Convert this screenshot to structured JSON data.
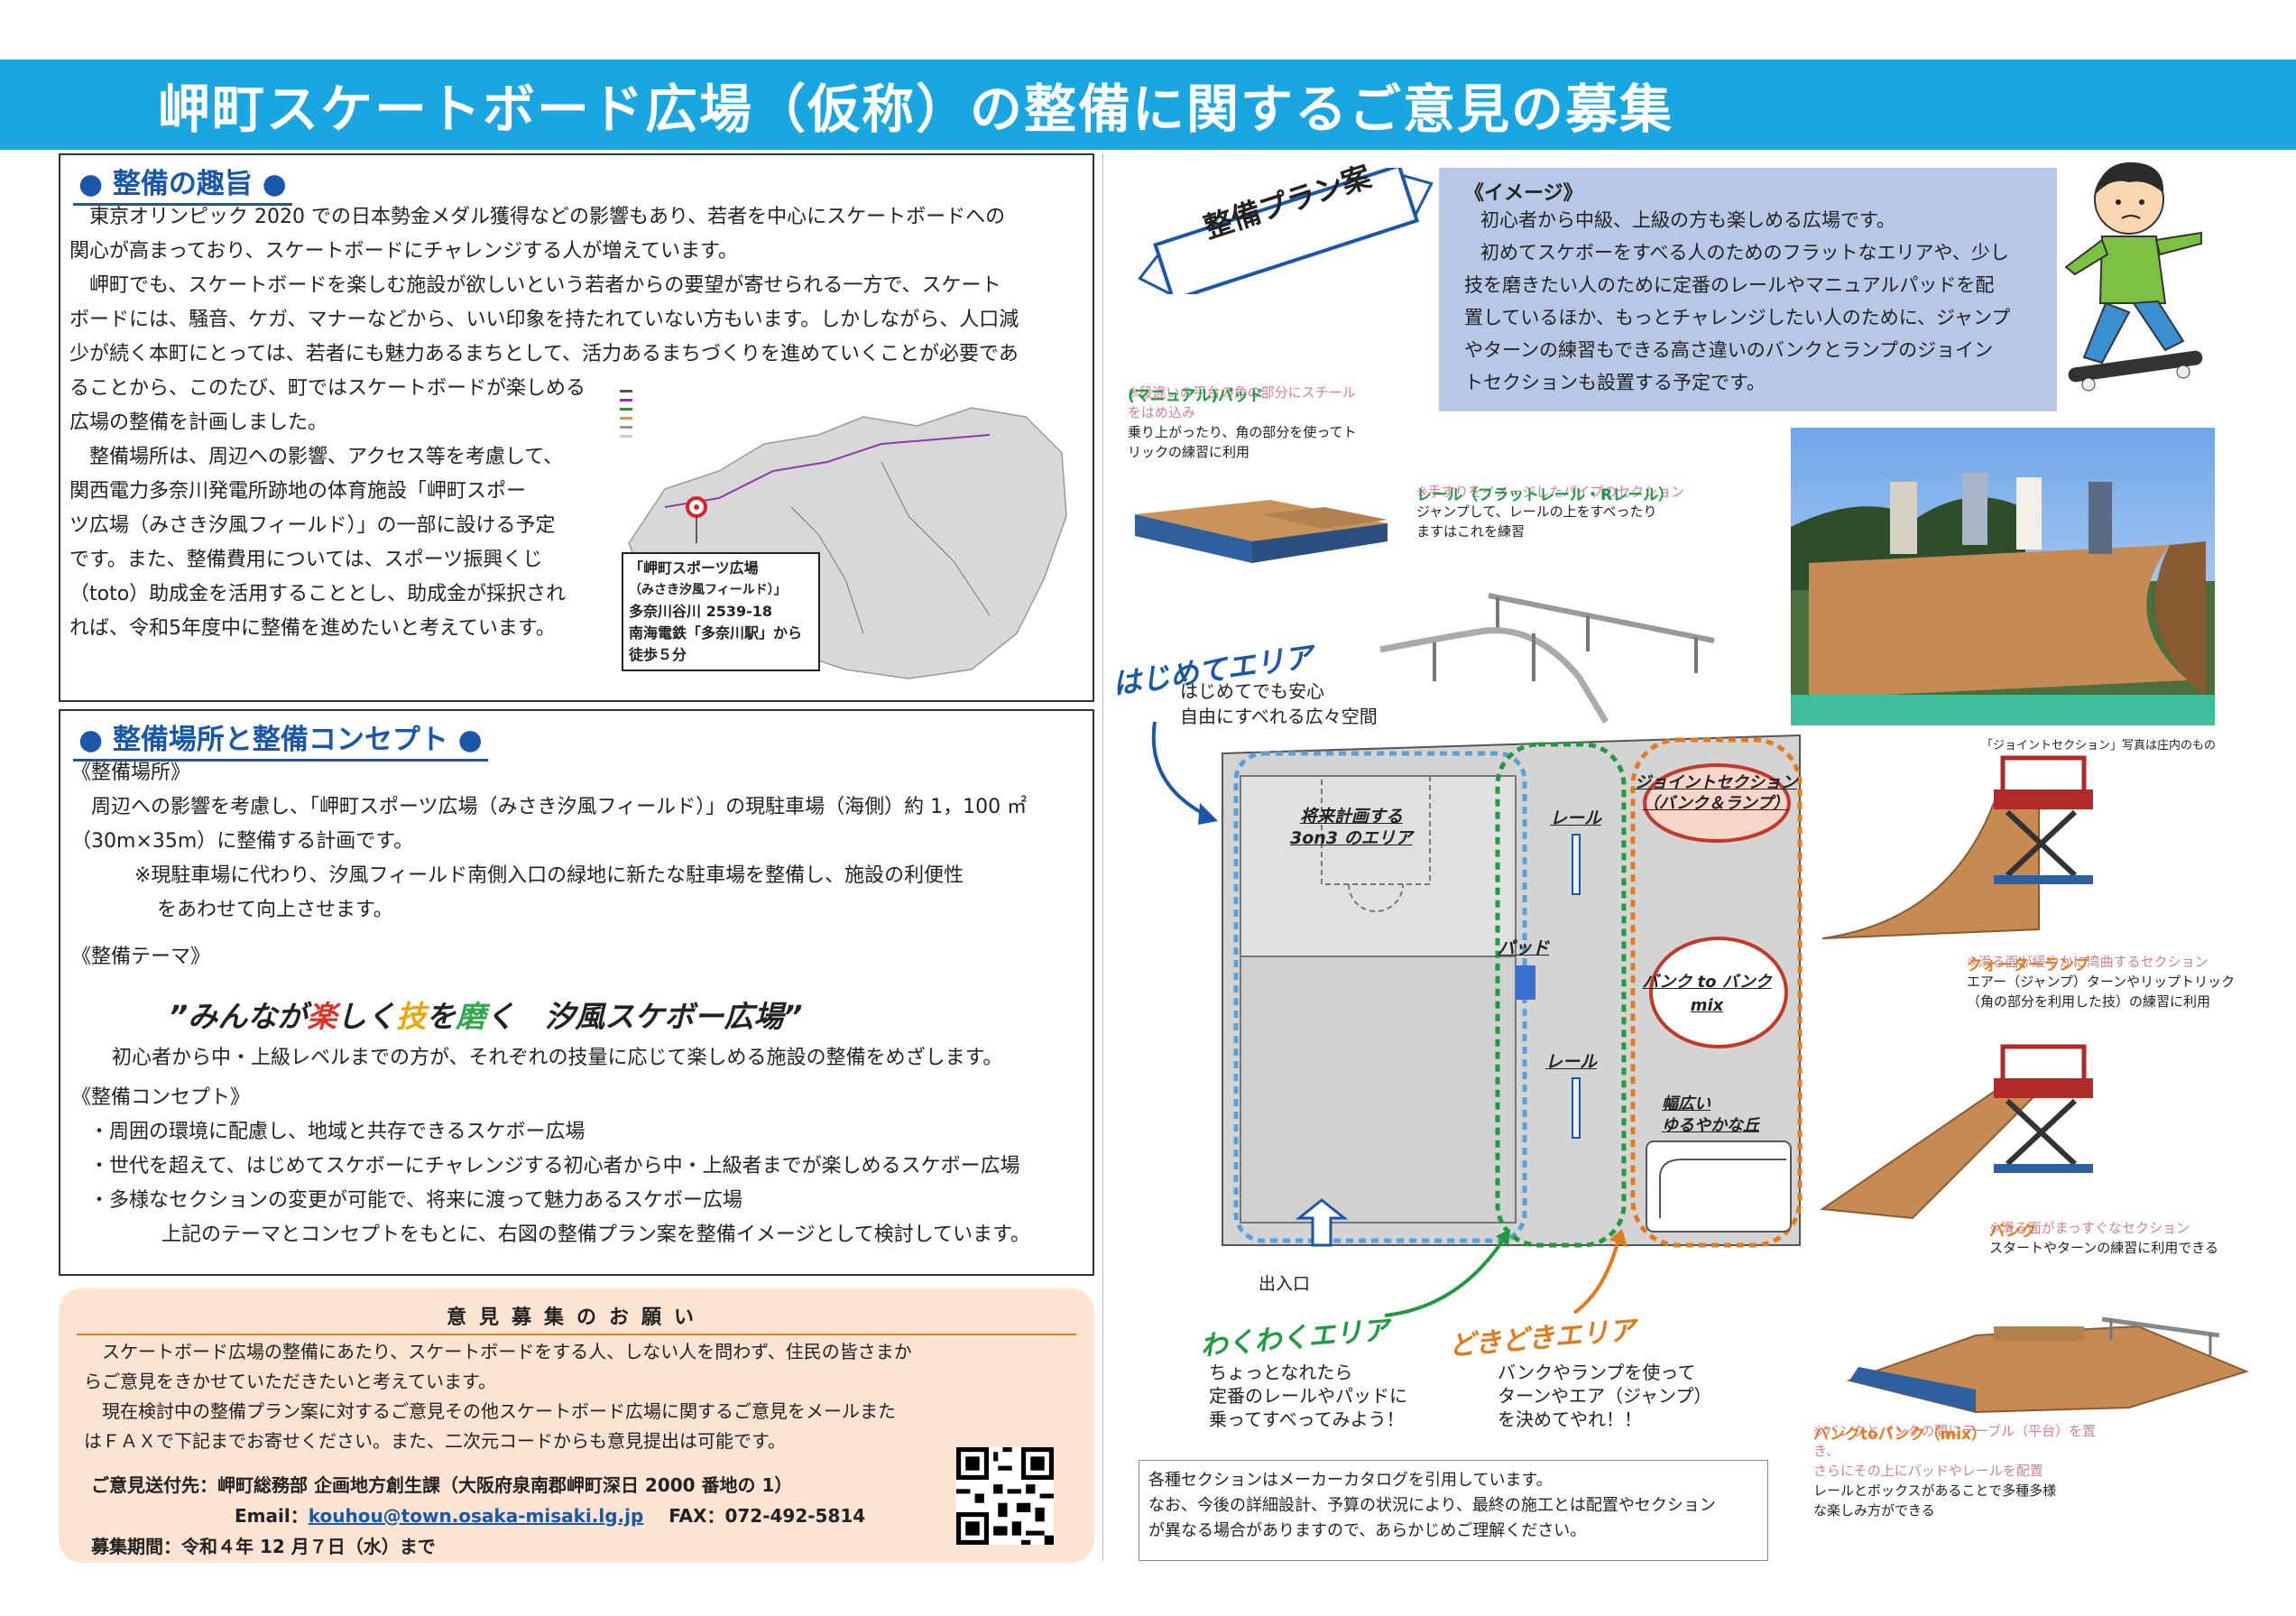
{
  "title": "岬町スケートボード広場（仮称）の整備に関するご意見の募集",
  "purpose": {
    "heading": "整備の趣旨",
    "lines": [
      "東京オリンピック 2020 での日本勢金メダル獲得などの影響もあり、若者を中心にスケートボードへの",
      "関心が高まっており、スケートボードにチャレンジする人が増えています。",
      "岬町でも、スケートボードを楽しむ施設が欲しいという若者からの要望が寄せられる一方で、スケート",
      "ボードには、騒音、ケガ、マナーなどから、いい印象を持たれていない方もいます。しかしながら、人口減",
      "少が続く本町にとっては、若者にも魅力あるまちとして、活力あるまちづくりを進めていくことが必要であ",
      "ることから、このたび、町ではスケートボードが楽しめる",
      "広場の整備を計画しました。",
      "整備場所は、周辺への影響、アクセス等を考慮して、",
      "関西電力多奈川発電所跡地の体育施設「岬町スポー",
      "ツ広場（みさき汐風フィールド）」の一部に設ける予定",
      "です。また、整備費用については、スポーツ振興くじ",
      "（toto）助成金を活用することとし、助成金が採択され",
      "れば、令和5年度中に整備を進めたいと考えています。"
    ],
    "map_callout": [
      "「岬町スポーツ広場",
      "（みさき汐風フィールド）」",
      "多奈川谷川 2539-18",
      "南海電鉄「多奈川駅」から",
      "徒歩５分"
    ]
  },
  "place": {
    "heading": "整備場所と整備コンセプト",
    "sub1": "《整備場所》",
    "place_lines": [
      "周辺への影響を考慮し、「岬町スポーツ広場（みさき汐風フィールド）」の現駐車場（海側）約 1，100 ㎡",
      "（30m×35m）に整備する計画です。",
      "※現駐車場に代わり、汐風フィールド南側入口の緑地に新たな駐車場を整備し、施設の利便性",
      "をあわせて向上させます。"
    ],
    "sub2": "《整備テーマ》",
    "theme": {
      "open": "”みんなが",
      "k1": "楽",
      "m1": "しく",
      "k2": "技",
      "m2": "を",
      "k3": "磨",
      "close": "く　汐風スケボー広場”"
    },
    "theme_desc": "初心者から中・上級レベルまでの方が、それぞれの技量に応じて楽しめる施設の整備をめざします。",
    "sub3": "《整備コンセプト》",
    "concepts": [
      "・周囲の環境に配慮し、地域と共存できるスケボー広場",
      "・世代を超えて、はじめてスケボーにチャレンジする初心者から中・上級者までが楽しめるスケボー広場",
      "・多様なセクションの変更が可能で、将来に渡って魅力あるスケボー広場"
    ],
    "concept_note": "上記のテーマとコンセプトをもとに、右図の整備プラン案を整備イメージとして検討しています。"
  },
  "request": {
    "heading": "意見募集のお願い",
    "lines": [
      "スケートボード広場の整備にあたり、スケートボードをする人、しない人を問わず、住民の皆さまか",
      "らご意見をきかせていただきたいと考えています。",
      "現在検討中の整備プラン案に対するご意見その他スケートボード広場に関するご意見をメールまた",
      "はＦＡＸで下記までお寄せください。また、二次元コードからも意見提出は可能です。"
    ],
    "dest": "ご意見送付先：岬町総務部 企画地方創生課（大阪府泉南郡岬町深日 2000 番地の 1）",
    "email_label": "Email：",
    "email": "kouhou@town.osaka-misaki.lg.jp",
    "fax": "FAX：072-492-5814",
    "period": "募集期間：令和４年 12 月７日（水）まで"
  },
  "plan": {
    "ribbon": "整備プラン案",
    "image_heading": "《イメージ》",
    "image_lines": [
      "初心者から中級、上級の方も楽しめる広場です。",
      "初めてスケボーをすべる人のためのフラットなエリアや、少し",
      "技を磨きたい人のために定番のレールやマニュアルパッドを配",
      "置しているほか、もっとチャレンジしたい人のために、ジャンプ",
      "やターンの練習もできる高さ違いのバンクとランプのジョイン",
      "トセクションも設置する予定です。"
    ],
    "manual_pad": {
      "title": "(マニュアル)パッド",
      "note": [
        "※段違いの平台の角の部分にスチール",
        "をはめ込み"
      ],
      "desc": [
        "乗り上がったり、角の部分を使ってト",
        "リックの練習に利用"
      ]
    },
    "rail": {
      "title": "レール（フラットレール・Rレール）",
      "note": "※手すりをイメージしたパイプのセクション",
      "desc": [
        "ジャンプして、レールの上をすべったり",
        "ますはこれを練習"
      ]
    },
    "hajimete": {
      "label": "はじめてエリア",
      "desc": [
        "はじめてでも安心",
        "自由にすべれる広々空間"
      ]
    },
    "future_area": [
      "将来計画する",
      "3on3 のエリア"
    ],
    "rail_label1": "レール",
    "pad_label": "パッド",
    "rail_label2": "レール",
    "joint_label": [
      "ジョイントセクション",
      "（バンク＆ランプ）"
    ],
    "bank_mix_label": [
      "バンク to バンク",
      "mix"
    ],
    "wide_slope": [
      "幅広い",
      "ゆるやかな丘"
    ],
    "entrance": "出入口",
    "wakuwaku": {
      "label": "わくわくエリア",
      "desc": [
        "ちょっとなれたら",
        "定番のレールやパッドに",
        "乗ってすべってみよう！"
      ]
    },
    "dokidoki": {
      "label": "どきどきエリア",
      "desc": [
        "バンクやランプを使って",
        "ターンやエア（ジャンプ）",
        "を決めてやれ！！"
      ]
    },
    "photo_caption": "「ジョイントセクション」写真は庄内のもの",
    "quarter": {
      "title": "クォーターランプ",
      "note": "※滑る面が緩やかに湾曲するセクション",
      "desc": [
        "エアー（ジャンプ）ターンやリップトリック",
        "（角の部分を利用した技）の練習に利用"
      ]
    },
    "bank": {
      "title": "バンク",
      "note": "※滑る面がまっすぐなセクション",
      "desc": "スタートやターンの練習に利用できる"
    },
    "bank2bank": {
      "title": "バンクtoバンク（mix）",
      "note": [
        "※バンクとバンクの間にテーブル（平台）を置き、",
        "さらにその上にパッドやレールを配置"
      ],
      "desc": [
        "レールとボックスがあることで多種多様",
        "な楽しみ方ができる"
      ]
    },
    "footnote": [
      "各種セクションはメーカーカタログを引用しています。",
      "なお、今後の詳細設計、予算の状況により、最終の施工とは配置やセクション",
      "が異なる場合がありますので、あらかじめご理解ください。"
    ]
  },
  "colors": {
    "title_bar": "#1aa6e0",
    "heading_blue": "#1b57a8",
    "request_bg": "#fde3d2",
    "image_box": "#b7c7e6"
  }
}
